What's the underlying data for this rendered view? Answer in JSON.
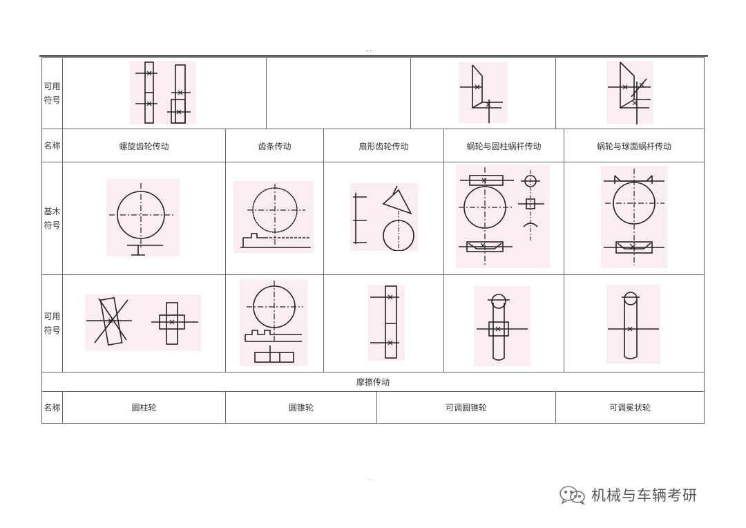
{
  "page": {
    "header_dots": "..",
    "footer_dots": "··"
  },
  "rows": {
    "keyong_label": "可用\n符号",
    "mingcheng_label": "名称",
    "jiben_label": "基木\n符号"
  },
  "gear_names": [
    "螺旋齿轮传动",
    "齿条传动",
    "扇形齿轮传动",
    "蜗轮与圆柱蜗杆传动",
    "蜗轮与球面蜗杆传动"
  ],
  "friction": {
    "section_title": "摩擦传动",
    "names": [
      "圆柱轮",
      "圆锥轮",
      "可调圆锥轮",
      "可调冕状轮"
    ]
  },
  "watermark": {
    "text": "机械与车辆考研",
    "icon": "wechat-icon"
  }
}
